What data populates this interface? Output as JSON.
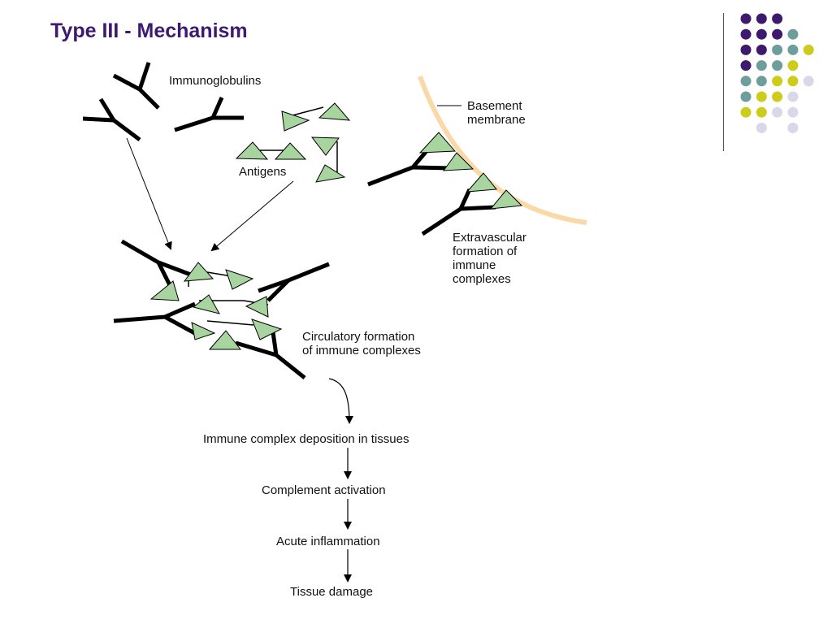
{
  "slide": {
    "title": "Type III - Mechanism",
    "accent_color": "#3d1a6e"
  },
  "decoration": {
    "dot_colors": [
      "#3d1a6e",
      "#6e9e9c",
      "#cccc1a",
      "#d8d8e8"
    ]
  },
  "diagram": {
    "labels": {
      "immunoglobulins": "Immunoglobulins",
      "antigens": "Antigens",
      "basement_membrane": "Basement\nmembrane",
      "extravascular": "Extravascular\nformation of\nimmune\ncomplexes",
      "circulatory": "Circulatory formation\nof immune complexes"
    },
    "flow_steps": [
      "Immune complex deposition in tissues",
      "Complement activation",
      "Acute inflammation",
      "Tissue damage"
    ],
    "colors": {
      "antigen_fill": "#a8d4a0",
      "membrane": "#f9d9a8",
      "antibody": "#000000"
    },
    "icons": [
      "antibody-y-icon",
      "antigen-triangle-icon",
      "arrow-down-icon"
    ]
  }
}
